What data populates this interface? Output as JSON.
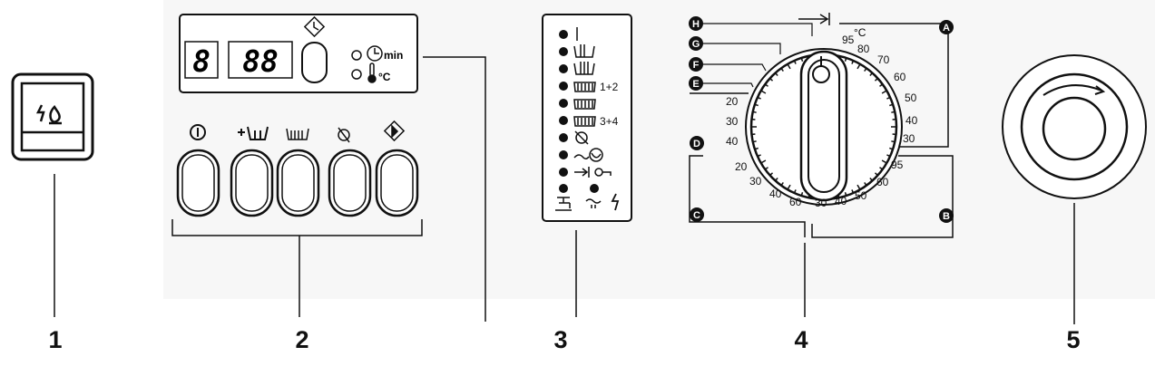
{
  "callouts": [
    "1",
    "2",
    "3",
    "4",
    "5"
  ],
  "display": {
    "digit_single": "8",
    "digits_double": "88",
    "indicator_min_label": "min",
    "indicator_temp_label": "°C"
  },
  "indicator_panel": {
    "rows": [
      {
        "symbol": "I"
      },
      {
        "symbol": "prewash-tub-icon"
      },
      {
        "symbol": "main-wash-tub-icon"
      },
      {
        "symbol": "rinse-tub-icon",
        "label": "1+2"
      },
      {
        "symbol": "rinse-icon"
      },
      {
        "symbol": "rinse-tub-icon",
        "label": "3+4"
      },
      {
        "symbol": "no-spin-icon"
      },
      {
        "symbol": "spin-drum-icon"
      },
      {
        "symbol": "end-key-icon"
      }
    ]
  },
  "dial": {
    "corner_letters": [
      "A",
      "B",
      "C",
      "D",
      "E",
      "F",
      "G",
      "H"
    ],
    "temp_unit": "°C",
    "scale_A": [
      "95",
      "80",
      "70",
      "60",
      "50",
      "40",
      "30"
    ],
    "scale_B": [
      "95",
      "60",
      "50",
      "40",
      "30"
    ],
    "scale_C": [
      "20",
      "30",
      "40",
      "60"
    ],
    "scale_D": [
      "20",
      "30",
      "40"
    ]
  }
}
